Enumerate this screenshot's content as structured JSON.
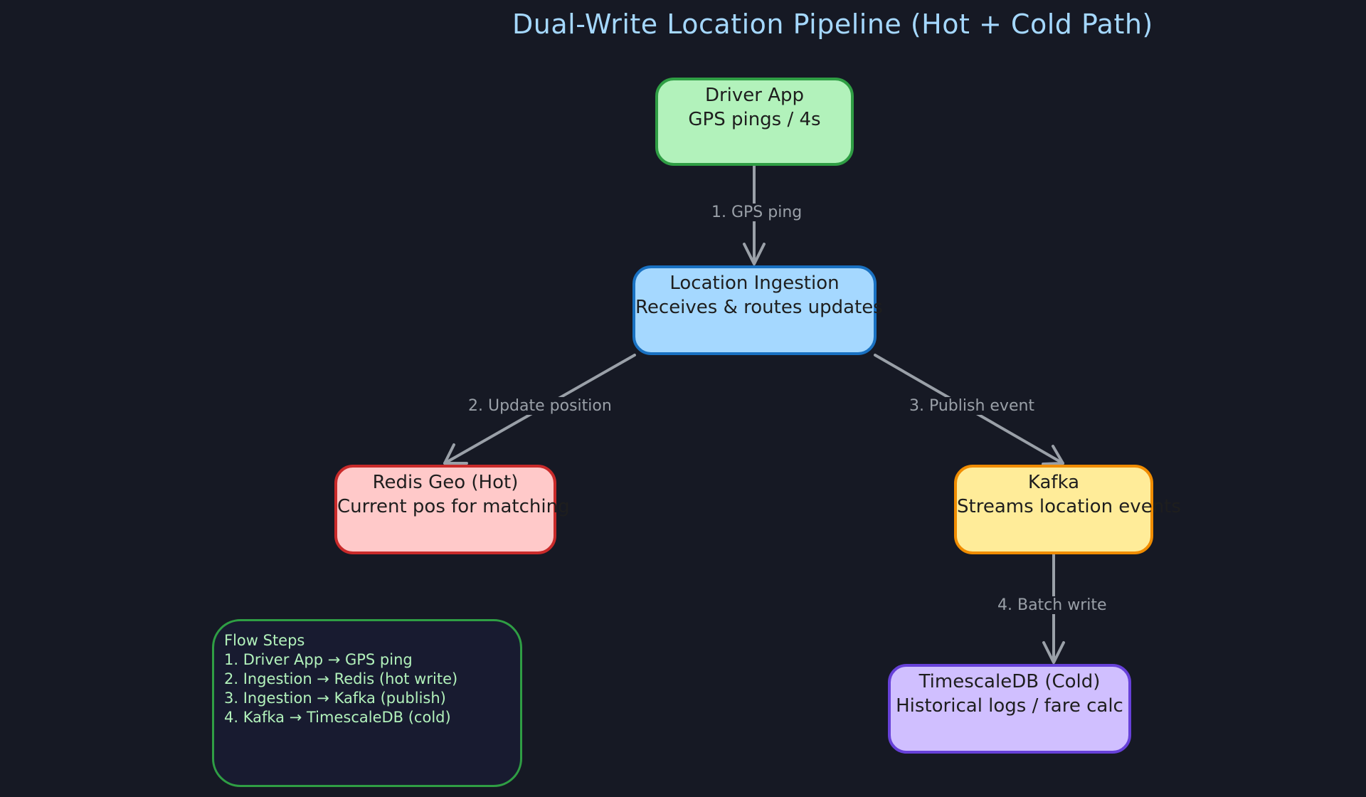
{
  "title": "Dual-Write Location Pipeline (Hot + Cold Path)",
  "colors": {
    "background": "#161924",
    "title": "#a5d8ff",
    "edge": "#9aa0a8",
    "driver_fill": "#b2f2bb",
    "driver_stroke": "#2f9e44",
    "ingest_fill": "#a5d8ff",
    "ingest_stroke": "#1971c2",
    "redis_fill": "#ffc9c9",
    "redis_stroke": "#c92a2a",
    "kafka_fill": "#ffec99",
    "kafka_stroke": "#f08c00",
    "tsdb_fill": "#d0bfff",
    "tsdb_stroke": "#6741d9",
    "steps_text": "#b2f2bb"
  },
  "nodes": {
    "driver": {
      "title": "Driver App",
      "subtitle": "GPS pings / 4s"
    },
    "ingest": {
      "title": "Location Ingestion",
      "subtitle": "Receives & routes updates"
    },
    "redis": {
      "title": "Redis Geo (Hot)",
      "subtitle": "Current pos for matching"
    },
    "kafka": {
      "title": "Kafka",
      "subtitle": "Streams location events"
    },
    "tsdb": {
      "title": "TimescaleDB (Cold)",
      "subtitle": "Historical logs / fare calc"
    }
  },
  "edges": {
    "e1": "1. GPS ping",
    "e2": "2. Update position",
    "e3": "3. Publish event",
    "e4": "4. Batch write"
  },
  "steps": {
    "heading": "Flow Steps",
    "items": [
      "1. Driver App → GPS ping",
      "2. Ingestion → Redis (hot write)",
      "3. Ingestion → Kafka (publish)",
      "4. Kafka → TimescaleDB (cold)"
    ]
  }
}
